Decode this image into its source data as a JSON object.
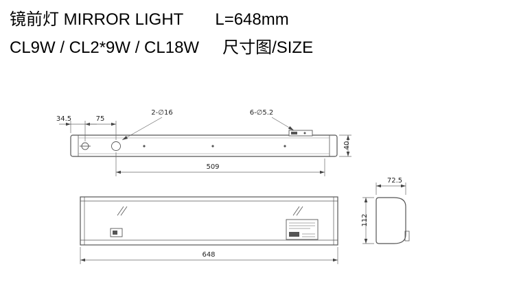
{
  "title": {
    "product": "镜前灯 MIRROR LIGHT",
    "length": "L=648mm",
    "models": "CL9W / CL2*9W / CL18W",
    "size_label": "尺寸图/SIZE"
  },
  "dims": {
    "left_offset": "34.5",
    "hole_pitch": "75",
    "keyhole_note": "2-∅16",
    "screw_note": "6-∅5.2",
    "mount_span": "509",
    "body_depth": "40",
    "overall_length": "648",
    "side_width": "72.5",
    "side_height": "112"
  },
  "colors": {
    "background": "#ffffff",
    "line": "#555555",
    "dim_line": "#666666",
    "text": "#000000"
  }
}
